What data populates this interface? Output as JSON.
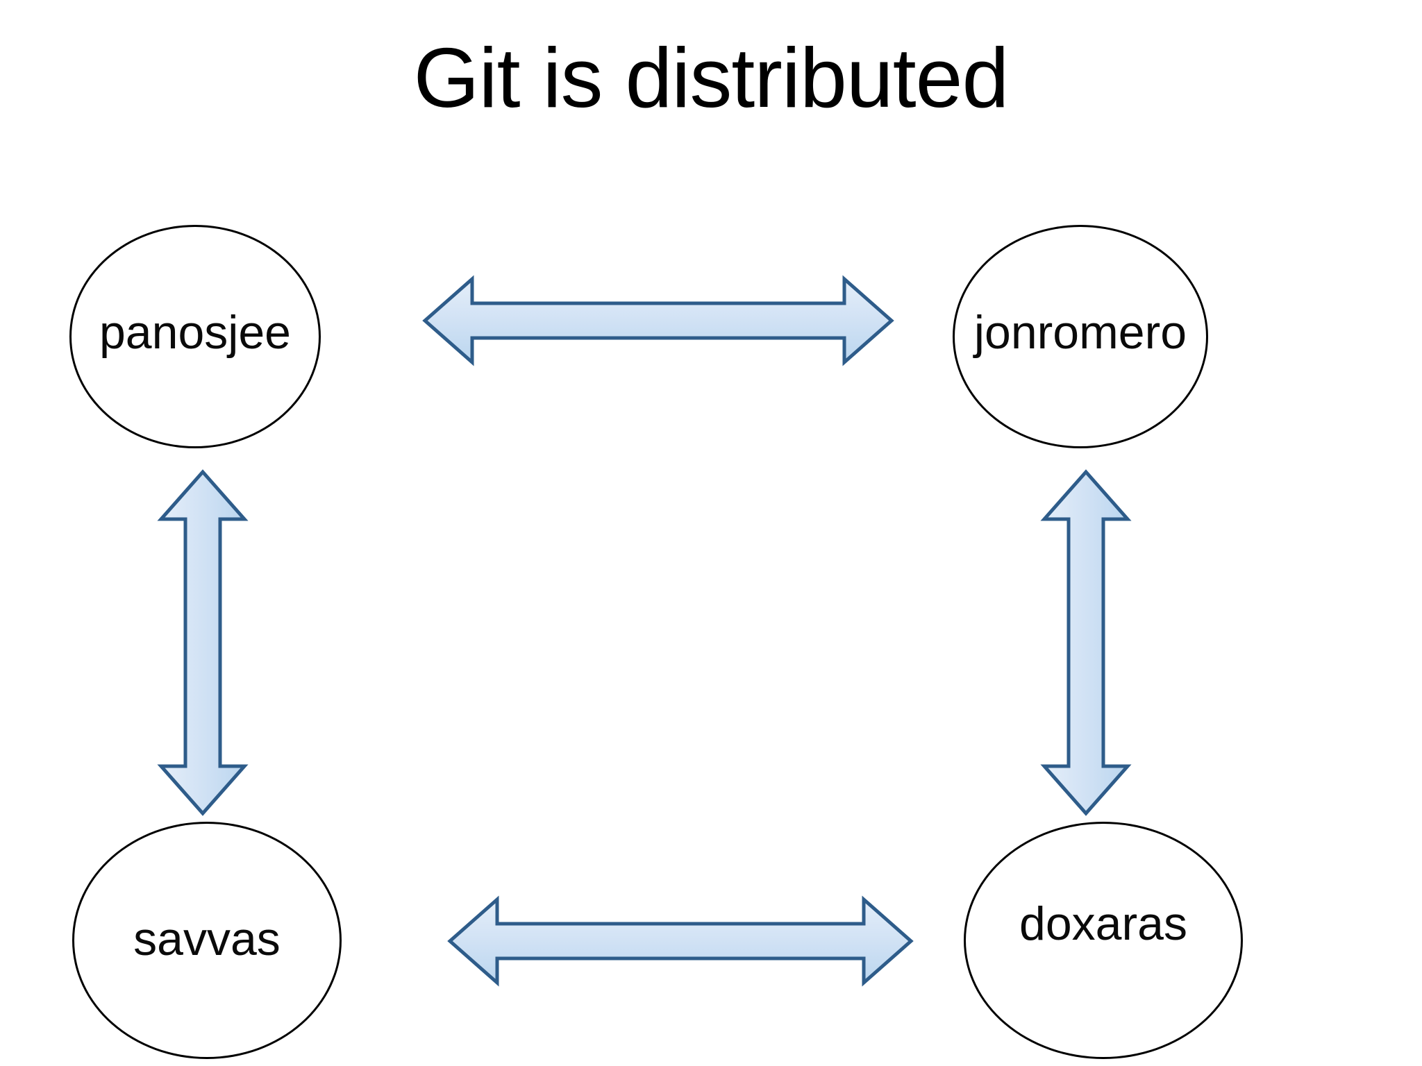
{
  "slide": {
    "title": "Git is distributed",
    "background_color": "#ffffff"
  },
  "theme": {
    "node_stroke": "#000000",
    "node_fill": "#ffffff",
    "node_text": "#0a0a0a",
    "arrow_fill_light": "#DCE9F7",
    "arrow_fill_dark": "#B8D4EE",
    "arrow_stroke": "#2E5C8A",
    "title_color": "#000000"
  },
  "nodes": [
    {
      "id": "panosjee",
      "label": "panosjee",
      "position": "top-left"
    },
    {
      "id": "jonromero",
      "label": "jonromero",
      "position": "top-right"
    },
    {
      "id": "savvas",
      "label": "savvas",
      "position": "bottom-left"
    },
    {
      "id": "doxaras",
      "label": "doxaras",
      "position": "bottom-right"
    }
  ],
  "connections": [
    {
      "id": "top",
      "from": "panosjee",
      "to": "jonromero",
      "orientation": "horizontal",
      "style": "double-headed"
    },
    {
      "id": "bottom",
      "from": "savvas",
      "to": "doxaras",
      "orientation": "horizontal",
      "style": "double-headed"
    },
    {
      "id": "left",
      "from": "panosjee",
      "to": "savvas",
      "orientation": "vertical",
      "style": "double-headed"
    },
    {
      "id": "right",
      "from": "jonromero",
      "to": "doxaras",
      "orientation": "vertical",
      "style": "double-headed"
    }
  ],
  "icons": {
    "horizontal_arrow": "double-headed-horizontal-arrow-icon",
    "vertical_arrow": "double-headed-vertical-arrow-icon"
  }
}
